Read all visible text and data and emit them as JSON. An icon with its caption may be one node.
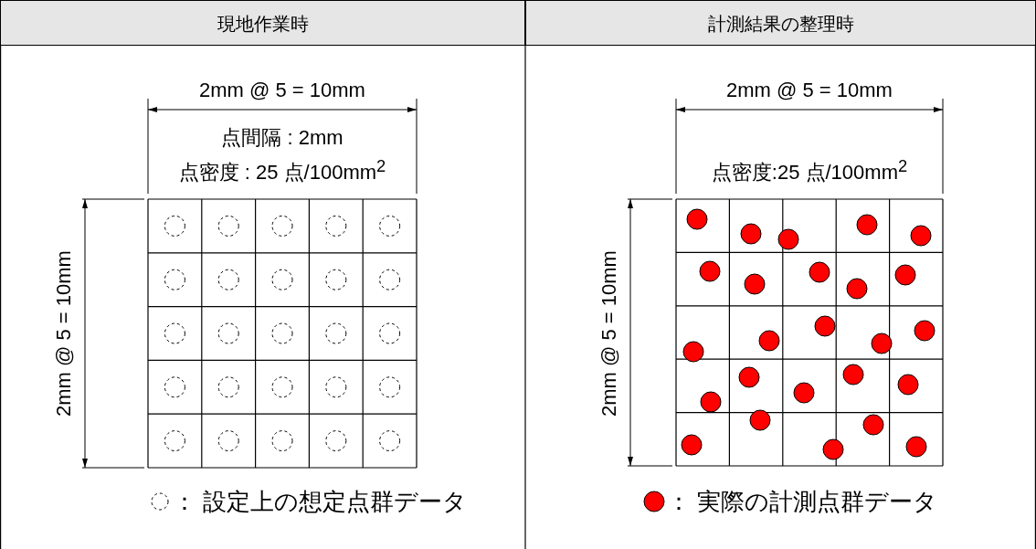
{
  "diagram": {
    "labels": [
      "現地作業時",
      "計測結果の整理時",
      "2mm @ 5 = 10mm",
      "点間隔 : 2mm",
      "点密度 : 25 点/100mm$^{2}$",
      "2mm @ 5 = 10mm",
      "点密度:25 点/100mm$^{2}$",
      "2mm @ 5 = 10mm",
      "2mm @ 5 = 10mm"
    ],
    "legend": [
      {
        "text": "： 設定上の想定点群データ"
      },
      {
        "text": "： 実際の計測点群データ"
      }
    ]
  }
}
